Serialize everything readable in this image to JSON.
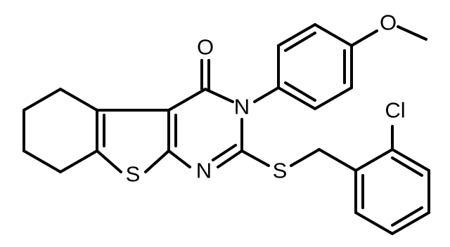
{
  "atoms": {
    "oxygen_carbonyl": "O",
    "oxygen_methoxy": "O",
    "nitrogen_3": "N",
    "nitrogen_1": "N",
    "sulfur_ring": "S",
    "sulfur_thioether": "S",
    "chlorine": "Cl"
  }
}
